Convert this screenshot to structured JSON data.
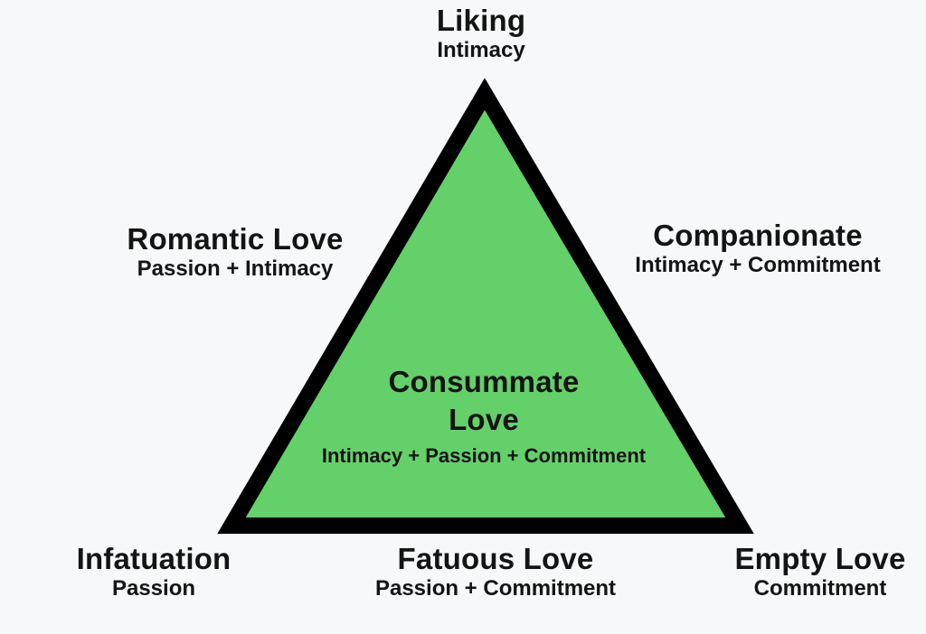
{
  "colors": {
    "background": "#f7f8fa",
    "triangle_fill": "#64d06a",
    "triangle_stroke": "#000000",
    "text": "#141414"
  },
  "vertices": {
    "top": {
      "title": "Liking",
      "components": "Intimacy"
    },
    "bottom_left": {
      "title": "Infatuation",
      "components": "Passion"
    },
    "bottom_right": {
      "title": "Empty Love",
      "components": "Commitment"
    }
  },
  "edges": {
    "left": {
      "title": "Romantic Love",
      "components": "Passion + Intimacy"
    },
    "right": {
      "title": "Companionate",
      "components": "Intimacy + Commitment"
    },
    "bottom": {
      "title": "Fatuous Love",
      "components": "Passion + Commitment"
    }
  },
  "center": {
    "title_line1": "Consummate",
    "title_line2": "Love",
    "components": "Intimacy + Passion + Commitment"
  }
}
